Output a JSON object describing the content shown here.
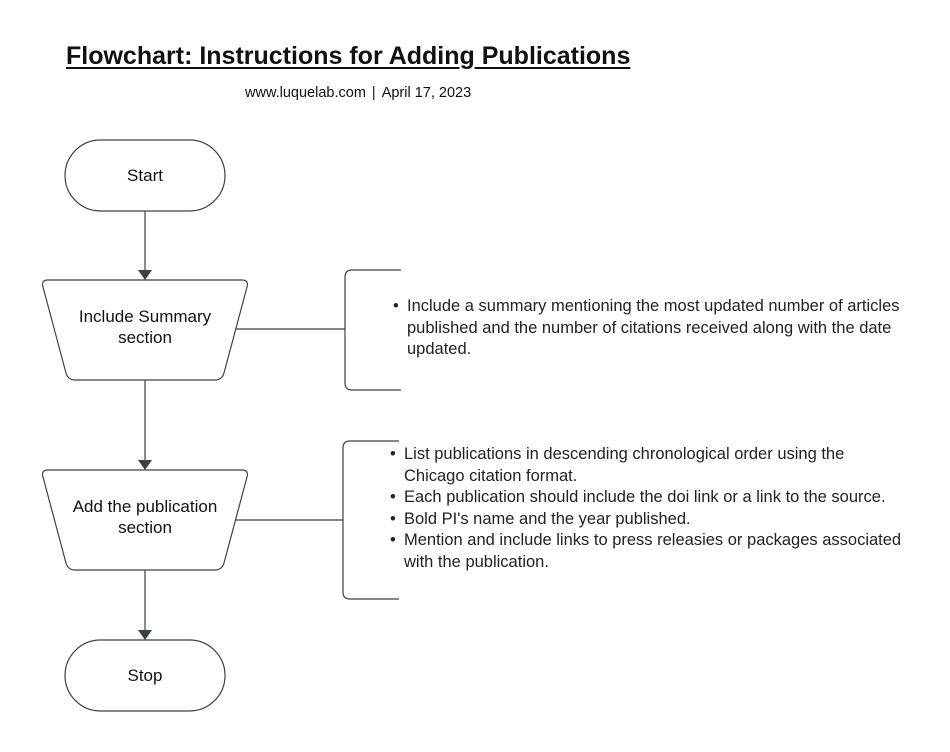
{
  "header": {
    "title": "Flowchart: Instructions for Adding Publications",
    "website": "www.luquelab.com",
    "separator": "|",
    "date": "April 17, 2023"
  },
  "nodes": {
    "start": {
      "label": "Start",
      "shape": "terminator"
    },
    "summary": {
      "label": "Include Summary section",
      "shape": "manual-operation"
    },
    "publication": {
      "label": "Add the publication section",
      "shape": "manual-operation"
    },
    "stop": {
      "label": "Stop",
      "shape": "terminator"
    }
  },
  "notes": {
    "summary": [
      "Include a summary mentioning the most updated number of articles published and the number of citations received along with the date updated."
    ],
    "publication": [
      "List publications in descending chronological order using the Chicago citation format.",
      "Each publication should include the doi link or a link to the source.",
      "Bold PI's name and the year published.",
      "Mention and include links to press releasies or packages associated with the publication."
    ]
  },
  "edges": [
    {
      "from": "start",
      "to": "summary",
      "type": "arrow"
    },
    {
      "from": "summary",
      "to": "publication",
      "type": "arrow"
    },
    {
      "from": "publication",
      "to": "stop",
      "type": "arrow"
    },
    {
      "from": "summary",
      "to": "summary-note",
      "type": "annotation"
    },
    {
      "from": "publication",
      "to": "publication-note",
      "type": "annotation"
    }
  ],
  "colors": {
    "stroke": "#3c4048",
    "arrow": "#3c4048",
    "text": "#111111"
  }
}
